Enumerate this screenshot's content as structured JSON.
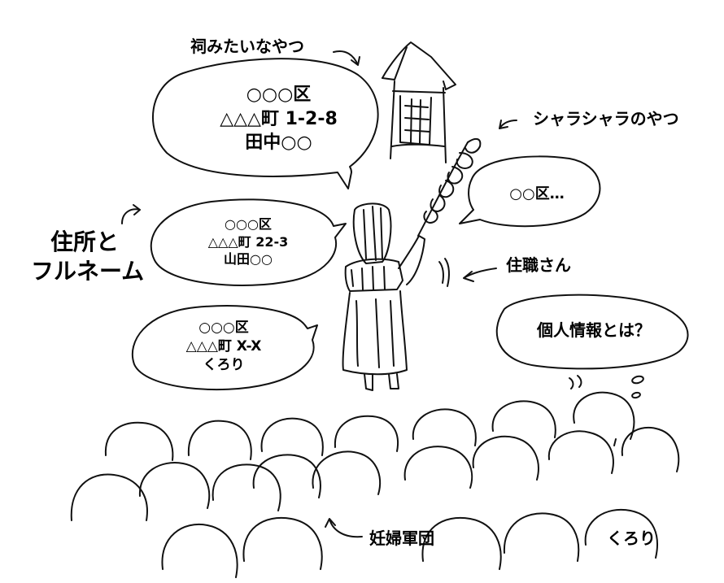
{
  "labels": {
    "shrine": "祠みたいなやつ",
    "rattle": "シャラシャラのやつ",
    "priest": "住職さん",
    "fullname_1": "住所と",
    "fullname_2": "フルネーム",
    "crowd": "妊婦軍団",
    "self": "くろり"
  },
  "bubbles": {
    "b1": [
      "○○○区",
      "△△△町 1-2-8",
      "田中○○"
    ],
    "b2": [
      "○○○区",
      "△△△町 22-3",
      "山田○○"
    ],
    "b3": [
      "○○○区",
      "△△△町 X-X",
      "くろり"
    ],
    "b4": "○○区…",
    "b5": "個人情報とは？"
  }
}
